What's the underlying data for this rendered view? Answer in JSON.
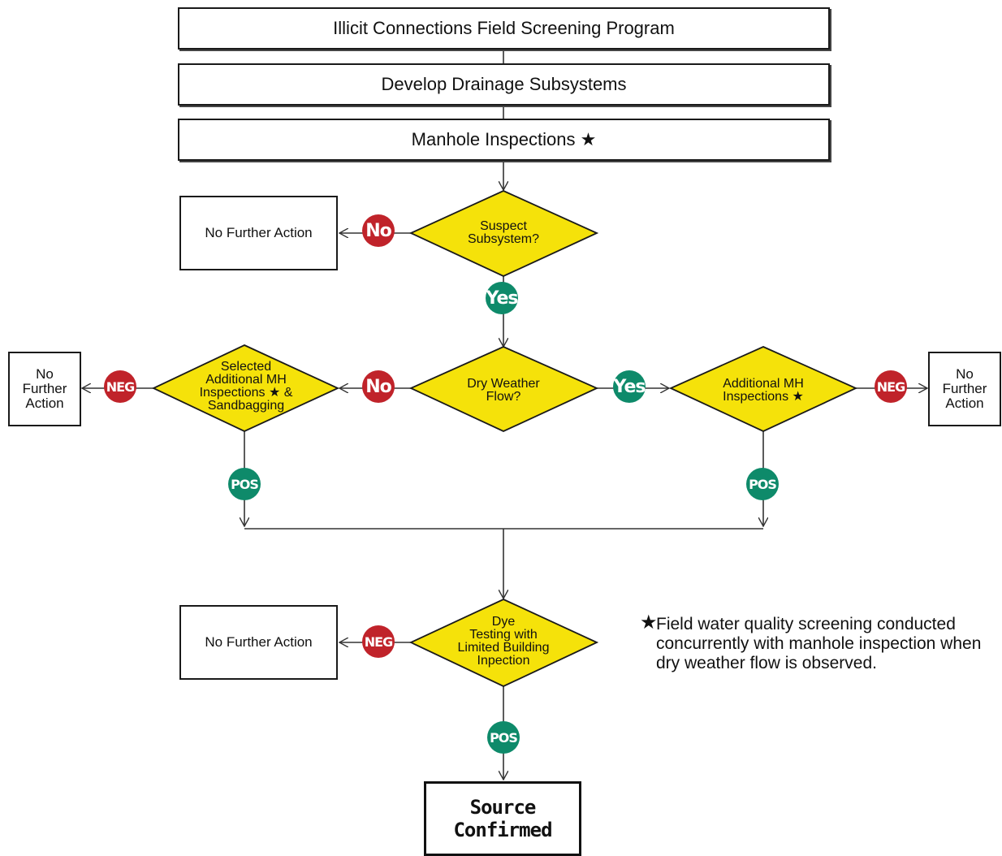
{
  "boxes": {
    "program": "Illicit Connections Field Screening Program",
    "drainage": "Develop Drainage Subsystems",
    "manhole": "Manhole Inspections ★",
    "nfa_top": "No Further Action",
    "nfa_left_lines": [
      "No",
      "Further",
      "Action"
    ],
    "nfa_right_lines": [
      "No",
      "Further",
      "Action"
    ],
    "nfa_bottom": "No Further Action",
    "source_lines": [
      "Source",
      "Confirmed"
    ]
  },
  "decisions": {
    "suspect_lines": [
      "Suspect",
      "Subsystem?"
    ],
    "dry_weather_lines": [
      "Dry Weather",
      "Flow?"
    ],
    "selected_lines": [
      "Selected",
      "Additional MH",
      "Inspections ★ &",
      "Sandbagging"
    ],
    "additional_lines": [
      "Additional MH",
      "Inspections ★"
    ],
    "dye_lines": [
      "Dye",
      "Testing with",
      "Limited Building",
      "Inpection"
    ]
  },
  "badges": {
    "no_suspect": "No",
    "yes_suspect": "Yes",
    "no_dry": "No",
    "yes_dry": "Yes",
    "neg_selected": "NEG",
    "neg_additional": "NEG",
    "pos_selected": "POS",
    "pos_additional": "POS",
    "neg_dye": "NEG",
    "pos_dye": "POS"
  },
  "footnote": {
    "star": "★",
    "text": "Field water quality screening conducted concurrently with manhole inspection when dry weather flow is observed."
  },
  "colors": {
    "diamond_fill": "#f5e20a",
    "no_neg_badge": "#c0232a",
    "yes_pos_badge": "#0e8a6a"
  }
}
